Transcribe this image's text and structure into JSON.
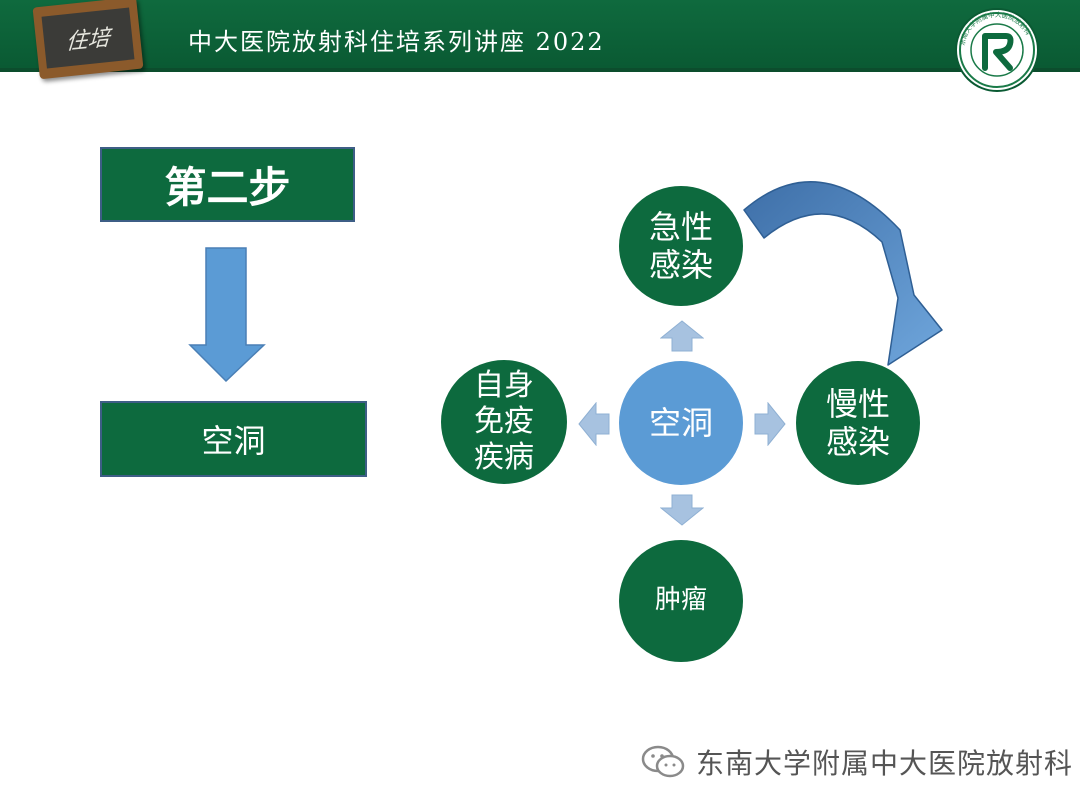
{
  "header": {
    "title": "中大医院放射科住培系列讲座 2022",
    "badge_text": "住培",
    "logo_text": "东南大学附属中大医院放射科"
  },
  "left_flow": {
    "step_label": "第二步",
    "result_label": "空洞"
  },
  "diagram": {
    "center": "空洞",
    "top": "急性\n感染",
    "right": "慢性\n感染",
    "bottom": "肿瘤",
    "left": "自身\n免疫\n疾病"
  },
  "watermark": {
    "text": "东南大学附属中大医院放射科"
  },
  "colors": {
    "header_green": "#0f6a3e",
    "box_green": "#0d6a3e",
    "center_blue": "#5b9bd5",
    "arrow_blue": "#5b9bd5",
    "small_arrow": "#a7c2e0"
  }
}
